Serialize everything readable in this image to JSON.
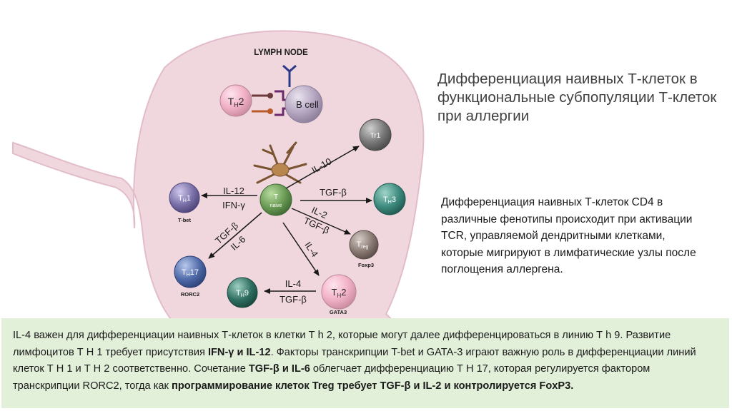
{
  "title": "Дифференциация наивных Т-клеток в функциональные субпопуляции Т-клеток при аллергии",
  "description": "Дифференциация наивных Т-клеток CD4 в различные фенотипы происходит при активации TCR, управляемой дендритными клетками, которые мигрируют в лимфатические узлы после поглощения аллергена.",
  "diagram": {
    "node_title": "LYMPH NODE",
    "th2_top": {
      "main": "T",
      "sub": "H",
      "tail": "2"
    },
    "bcell": "B cell",
    "naive": {
      "main": "T",
      "sub": "naive"
    },
    "tr1": "Tr1",
    "th3": {
      "main": "T",
      "sub": "H",
      "tail": "3"
    },
    "treg": {
      "main": "T",
      "sub": "reg"
    },
    "th1": {
      "main": "T",
      "sub": "H",
      "tail": "1"
    },
    "th17": {
      "main": "T",
      "sub": "H",
      "tail": "17"
    },
    "th2_bottom": {
      "main": "T",
      "sub": "H",
      "tail": "2"
    },
    "th9": {
      "main": "T",
      "sub": "H",
      "tail": "9"
    },
    "tf": {
      "th1": "T-bet",
      "treg": "Foxp3",
      "th17": "RORC2",
      "th2": "GATA3"
    },
    "labels": {
      "il10": "IL-10",
      "tgfb_th3": "TGF-β",
      "il12": "IL-12",
      "ifng": "IFN-γ",
      "il2": "IL-2",
      "tgfb_treg": "TGF-β",
      "tgfb_th17": "TGF-β",
      "il6": "IL-6",
      "il4_th2": "IL-4",
      "il4_th9": "IL-4",
      "tgfb_th9": "TGF-β"
    }
  },
  "bottom": {
    "p1": "IL-4 важен для дифференциации наивных Т-клеток в клетки Т h 2, которые могут далее дифференцироваться в линию Т h 9. Развитие лимфоцитов Т Н 1 требует присутствия ",
    "b1": "IFN-γ и IL-12",
    "p2": ". Факторы транскрипции T-bet и GATA-3 играют важную роль в дифференциации линий клеток Т Н 1 и Т Н 2 соответственно. Сочетание ",
    "b2": "TGF-β и IL-6",
    "p3": " облегчает дифференциацию Т Н 17, которая регулируется фактором транскрипции RORC2, тогда как ",
    "b3": "программирование клеток Treg требует TGF-β и IL-2 и контролируется FoxP3."
  },
  "colors": {
    "lymph_fill": "#f0d7de",
    "lymph_stroke": "#e2bccb",
    "bottom_box": "#e2efd9",
    "arrow": "#1a1a1a",
    "th2": "#f3b3c8",
    "naive": "#6a9a55",
    "tr1": "#777777",
    "th3": "#3d8a7e",
    "treg": "#8a7a74",
    "th1": "#7a70a8",
    "th17": "#4f6aa8",
    "th9": "#2f7062"
  }
}
